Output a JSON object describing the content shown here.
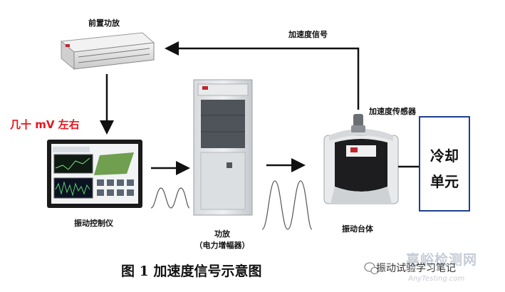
{
  "labels": {
    "preamp": "前置功放",
    "accel_signal": "加速度信号",
    "mv_level": "几十 mV 左右",
    "vibration_controller": "振动控制仪",
    "power_amp": "功放",
    "power_amp_sub": "（电力增幅器）",
    "accel_sensor": "加速度传感器",
    "shaker": "振动台体",
    "cooling_line1": "冷却",
    "cooling_line2": "单元"
  },
  "caption": "图 1  加速度信号示意图",
  "watermark": {
    "site": "嘉峪检测网",
    "url": "AnyTesting.com",
    "wechat": "振动试验学习笔记"
  },
  "colors": {
    "arrow": "#111111",
    "highlight_text": "#e8141b",
    "cooling_border": "#1f3f8c",
    "wave": "#555555"
  }
}
